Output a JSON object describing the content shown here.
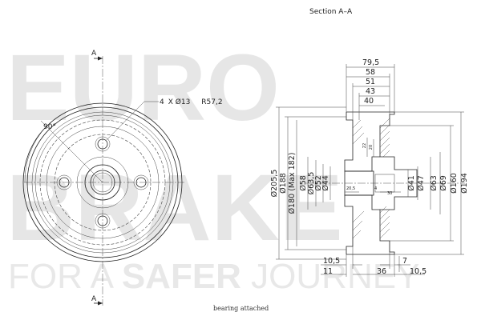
{
  "watermark": {
    "brand_line1": "EURO",
    "brand_line2": "BRAKE",
    "tagline_pre": "FOR A ",
    "tagline_bold": "SAFER",
    "tagline_post": " JOURNEY"
  },
  "front_view": {
    "section_marker": "A",
    "angle_label": "90°",
    "bolt_callout_prefix": "4",
    "bolt_callout_mid": "X Ø13",
    "bolt_callout_radius": "R57,2"
  },
  "section_view": {
    "title": "Section A–A",
    "top_dims": [
      "79,5",
      "58",
      "51",
      "43",
      "40"
    ],
    "left_dims": [
      "Ø205,5",
      "Ø188",
      "Ø180 (Max 182)",
      "Ø58",
      "Ø63,5",
      "Ø52",
      "Ø44"
    ],
    "right_dims": [
      "Ø41",
      "Ø47",
      "Ø63",
      "Ø69",
      "Ø160",
      "Ø194"
    ],
    "inner_small": [
      "22",
      "20",
      "20,5",
      "4",
      "30"
    ],
    "bottom_dims": [
      "10,5",
      "7",
      "11",
      "36",
      "10,5"
    ]
  },
  "caption": "bearing attached"
}
